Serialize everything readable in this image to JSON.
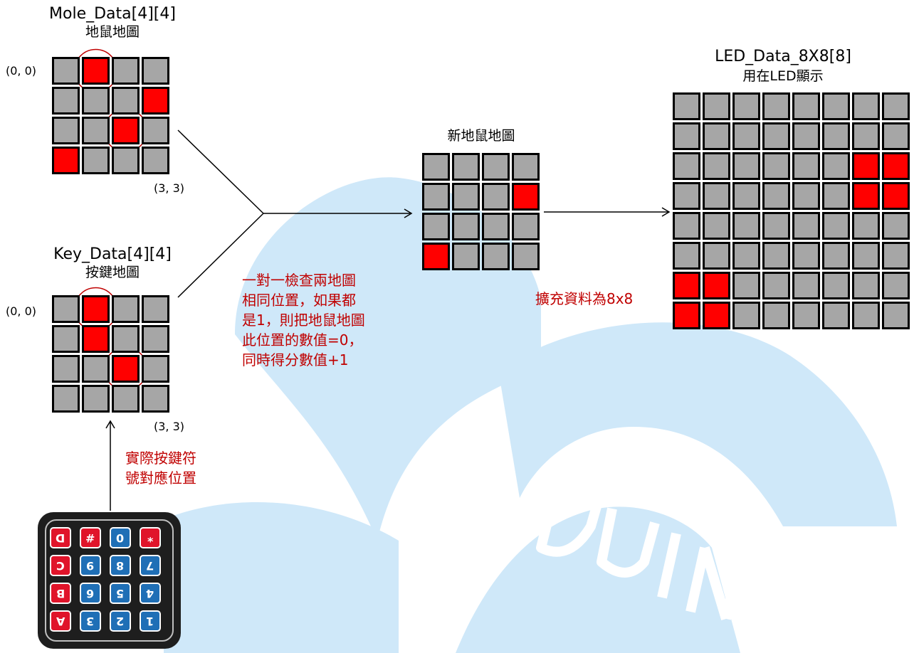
{
  "mole_map": {
    "title": "Mole_Data[4][4]",
    "subtitle": "地鼠地圖",
    "start_coord": "(0, 0)",
    "end_coord": "(3, 3)",
    "cells": [
      [
        0,
        1,
        0,
        0
      ],
      [
        0,
        0,
        0,
        1
      ],
      [
        0,
        0,
        1,
        0
      ],
      [
        1,
        0,
        0,
        0
      ]
    ],
    "circled": [
      [
        0,
        1
      ],
      [
        2,
        2
      ]
    ]
  },
  "key_map": {
    "title": "Key_Data[4][4]",
    "subtitle": "按鍵地圖",
    "start_coord": "(0, 0)",
    "end_coord": "(3, 3)",
    "cells": [
      [
        0,
        1,
        0,
        0
      ],
      [
        0,
        1,
        0,
        0
      ],
      [
        0,
        0,
        1,
        0
      ],
      [
        0,
        0,
        0,
        0
      ]
    ],
    "circled": [
      [
        0,
        1
      ],
      [
        2,
        2
      ]
    ]
  },
  "new_mole_map": {
    "title": "新地鼠地圖",
    "cells": [
      [
        0,
        0,
        0,
        0
      ],
      [
        0,
        0,
        0,
        1
      ],
      [
        0,
        0,
        0,
        0
      ],
      [
        1,
        0,
        0,
        0
      ]
    ]
  },
  "led_map": {
    "title": "LED_Data_8X8[8]",
    "subtitle": "用在LED顯示",
    "cells": [
      [
        0,
        0,
        0,
        0,
        0,
        0,
        0,
        0
      ],
      [
        0,
        0,
        0,
        0,
        0,
        0,
        0,
        0
      ],
      [
        0,
        0,
        0,
        0,
        0,
        0,
        1,
        1
      ],
      [
        0,
        0,
        0,
        0,
        0,
        0,
        1,
        1
      ],
      [
        0,
        0,
        0,
        0,
        0,
        0,
        0,
        0
      ],
      [
        0,
        0,
        0,
        0,
        0,
        0,
        0,
        0
      ],
      [
        1,
        1,
        0,
        0,
        0,
        0,
        0,
        0
      ],
      [
        1,
        1,
        0,
        0,
        0,
        0,
        0,
        0
      ]
    ]
  },
  "notes": {
    "compare_lines": [
      "一對一檢查兩地圖",
      "相同位置，如果都",
      "是1，則把地鼠地圖",
      "此位置的數值=0，",
      "同時得分數值+1"
    ],
    "expand": "擴充資料為8x8",
    "keypad_mapping_lines": [
      "實際按鍵符",
      "號對應位置"
    ]
  },
  "keypad": {
    "keys": [
      [
        {
          "label": "D",
          "color": "red"
        },
        {
          "label": "#",
          "color": "red"
        },
        {
          "label": "0",
          "color": "blue"
        },
        {
          "label": "*",
          "color": "red"
        }
      ],
      [
        {
          "label": "C",
          "color": "red"
        },
        {
          "label": "9",
          "color": "blue"
        },
        {
          "label": "8",
          "color": "blue"
        },
        {
          "label": "7",
          "color": "blue"
        }
      ],
      [
        {
          "label": "B",
          "color": "red"
        },
        {
          "label": "6",
          "color": "blue"
        },
        {
          "label": "5",
          "color": "blue"
        },
        {
          "label": "4",
          "color": "blue"
        }
      ],
      [
        {
          "label": "A",
          "color": "red"
        },
        {
          "label": "3",
          "color": "blue"
        },
        {
          "label": "2",
          "color": "blue"
        },
        {
          "label": "1",
          "color": "blue"
        }
      ]
    ]
  },
  "colors": {
    "cell_off": "#a6a6a6",
    "cell_on": "#ff0000",
    "note_text": "#c00000",
    "circle": "#c00000",
    "watermark": "#cfe8f9"
  }
}
